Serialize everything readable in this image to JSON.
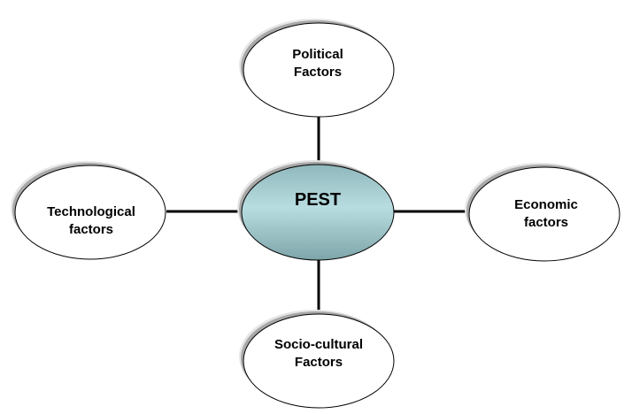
{
  "center": {
    "label": "PEST",
    "fill": "#aed6da"
  },
  "nodes": {
    "political": {
      "line1": "Political",
      "line2": "Factors"
    },
    "economic": {
      "line1": "Economic",
      "line2": "factors"
    },
    "socio": {
      "line1": "Socio-cultural",
      "line2": "Factors"
    },
    "technological": {
      "line1": "Technological",
      "line2": "factors"
    }
  }
}
